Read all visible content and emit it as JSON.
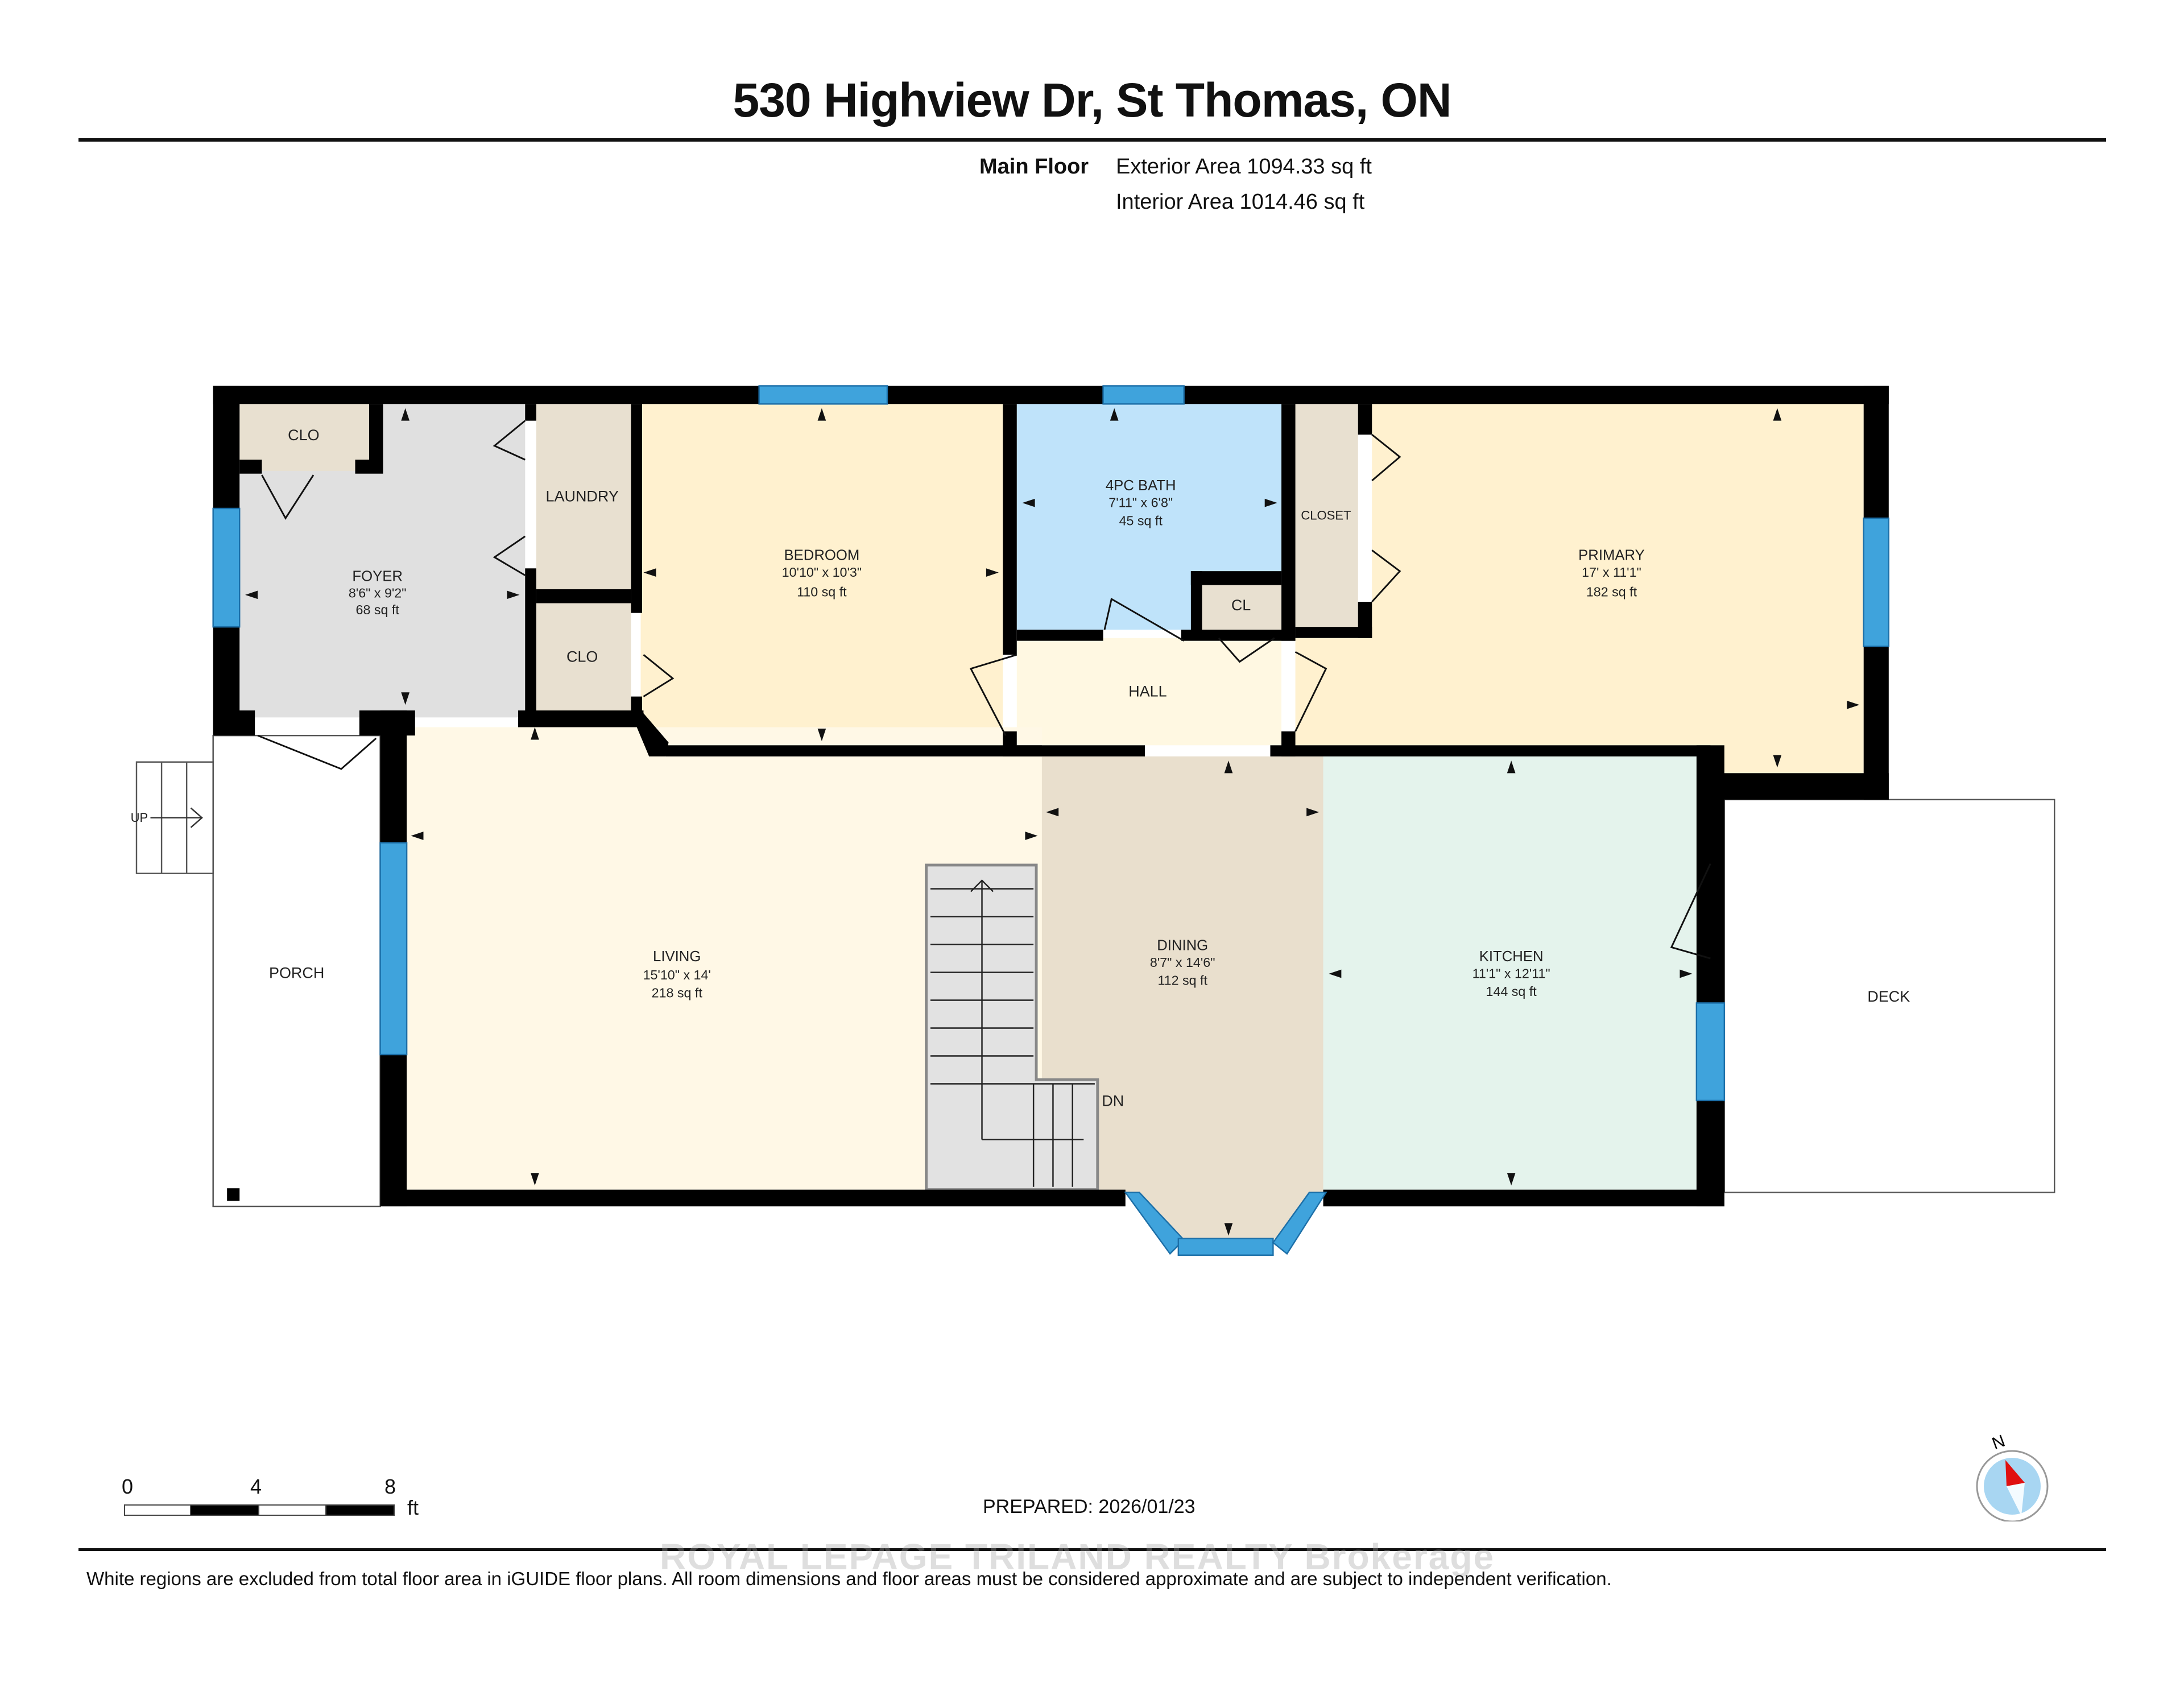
{
  "header": {
    "title": "530 Highview Dr, St Thomas, ON"
  },
  "summary": {
    "floor_label": "Main Floor",
    "exterior_area": "Exterior Area 1094.33 sq ft",
    "interior_area": "Interior Area 1014.46 sq ft"
  },
  "rooms": {
    "foyer": {
      "name": "FOYER",
      "dims": "8'6\" x 9'2\"",
      "area": "68 sq ft"
    },
    "clo_foyer": {
      "name": "CLO"
    },
    "laundry": {
      "name": "LAUNDRY"
    },
    "clo_laundry": {
      "name": "CLO"
    },
    "bedroom": {
      "name": "BEDROOM",
      "dims": "10'10\" x 10'3\"",
      "area": "110 sq ft"
    },
    "bath": {
      "name": "4PC BATH",
      "dims": "7'11\" x 6'8\"",
      "area": "45 sq ft"
    },
    "cl": {
      "name": "CL"
    },
    "closet": {
      "name": "CLOSET"
    },
    "primary": {
      "name": "PRIMARY",
      "dims": "17' x 11'1\"",
      "area": "182 sq ft"
    },
    "hall": {
      "name": "HALL"
    },
    "living": {
      "name": "LIVING",
      "dims": "15'10\" x 14'",
      "area": "218 sq ft"
    },
    "dining": {
      "name": "DINING",
      "dims": "8'7\" x 14'6\"",
      "area": "112 sq ft"
    },
    "kitchen": {
      "name": "KITCHEN",
      "dims": "11'1\" x 12'11\"",
      "area": "144 sq ft"
    },
    "porch": {
      "name": "PORCH"
    },
    "deck": {
      "name": "DECK"
    }
  },
  "stairs": {
    "up_label": "UP",
    "down_label": "DN"
  },
  "scale": {
    "ticks": [
      "0",
      "4",
      "8"
    ],
    "unit": "ft"
  },
  "compass": {
    "label": "N"
  },
  "footer": {
    "prepared": "PREPARED: 2026/01/23",
    "watermark": "ROYAL LEPAGE TRILAND REALTY Brokerage",
    "disclaimer": "White regions are excluded from total floor area in iGUIDE floor plans. All room dimensions and floor areas must be considered approximate and are subject to independent verification."
  },
  "colors": {
    "wall": "#000000",
    "window": "#3fa3dc",
    "foyer": "#e0e0e0",
    "closet": "#e8e0d0",
    "bedroom": "#fff1cf",
    "bath": "#bfe3fa",
    "hall": "#fff8e2",
    "living": "#fff8e6",
    "dining": "#e9dfcd",
    "kitchen": "#e4f3ec",
    "stairs": "#e2e2e2",
    "compass_red": "#e01010",
    "compass_blue": "#a8d6f2"
  }
}
